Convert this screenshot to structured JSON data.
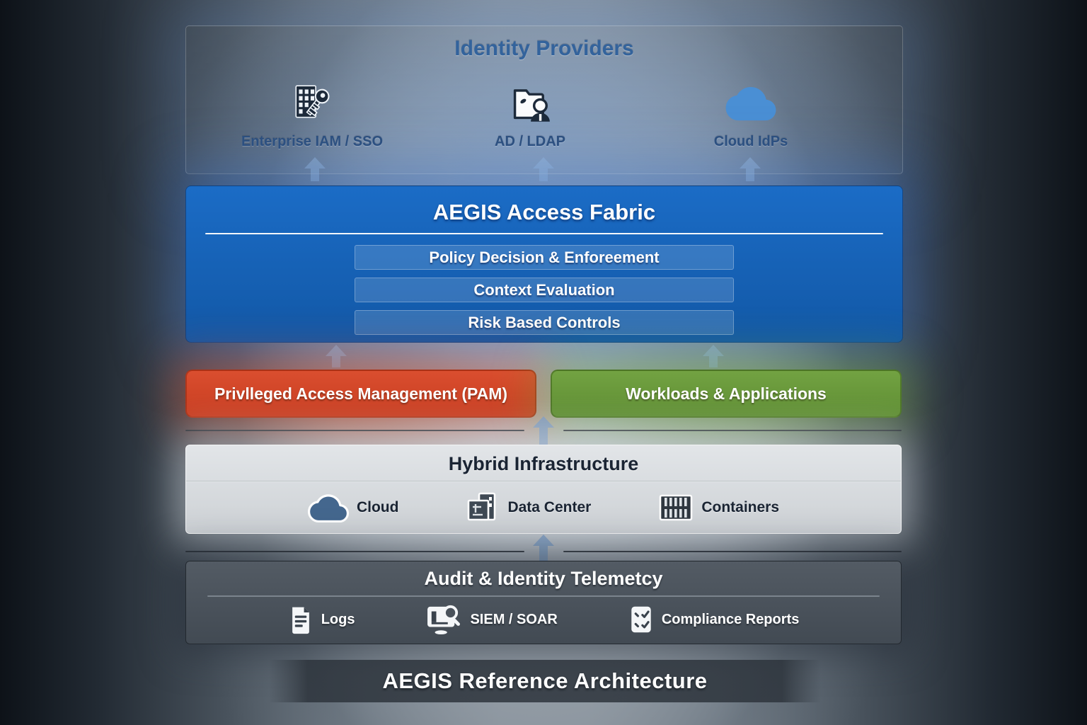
{
  "title": "AEGIS Reference Architecture",
  "identity_providers": {
    "title": "Identity Providers",
    "items": [
      {
        "label": "Enterprise IAM / SSO",
        "icon": "building-key-icon"
      },
      {
        "label": "AD / LDAP",
        "icon": "folder-user-icon"
      },
      {
        "label": "Cloud IdPs",
        "icon": "cloud-icon"
      }
    ]
  },
  "access_fabric": {
    "title": "AEGIS Access Fabric",
    "capabilities": [
      {
        "label": "Policy Decision & Enforeement"
      },
      {
        "label": "Context Evaluation"
      },
      {
        "label": "Risk Based Controls"
      }
    ]
  },
  "pam": {
    "label": "Privlleged Access Management (PAM)"
  },
  "workloads": {
    "label": "Workloads & Applications"
  },
  "hybrid_infrastructure": {
    "title": "Hybrid Infrastructure",
    "items": [
      {
        "label": "Cloud",
        "icon": "cloud-icon"
      },
      {
        "label": "Data Center",
        "icon": "datacenter-icon"
      },
      {
        "label": "Containers",
        "icon": "containers-icon"
      }
    ]
  },
  "audit": {
    "title": "Audit & Identity Telemetcy",
    "items": [
      {
        "label": "Logs",
        "icon": "logs-icon"
      },
      {
        "label": "SIEM / SOAR",
        "icon": "siem-soar-icon"
      },
      {
        "label": "Compliance Reports",
        "icon": "compliance-icon"
      }
    ]
  },
  "colors": {
    "fabric_blue": "#1565b8",
    "pam_red": "#d3472a",
    "workloads_green": "#6b9b3d",
    "hybrid_gray": "#d6d9dc",
    "audit_slate": "#4a525b",
    "cloud_idp_blue": "#4a8fd4",
    "hybrid_cloud_blue": "#44678e",
    "arrow_blue": "#7f9cbf",
    "idp_text_blue": "#2d4f7c"
  }
}
